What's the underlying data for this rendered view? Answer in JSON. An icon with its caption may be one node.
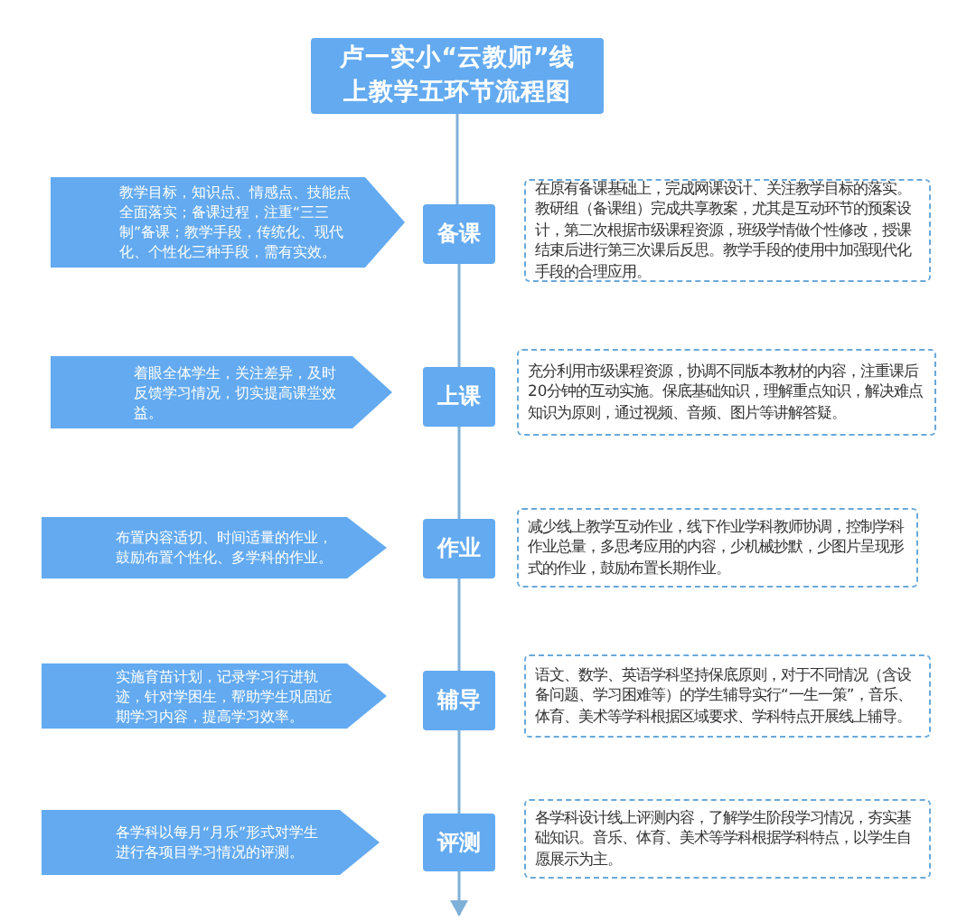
{
  "diagram": {
    "nodes": [
      {
        "text": [
          "卢一实小“云教师”线上教学五环节流程图"
        ]
      },
      {
        "text": [
          "教学目标，知识点、情感点、技能点全面落实；备课过程，注重“三三制”备课；教学手段，传统化、现代化、个性化三种手段，需有实效。"
        ]
      },
      {
        "text": [
          "备课"
        ]
      },
      {
        "text": [
          "在原有备课基础上，完成网课设计、关注教学目标的落实。教研组（备课组）完成共享教案，尤其是互动环节的预案设计，第二次根据市级课程资源，班级学情做个性修改，授课结束后进行第三次课后反思。教学手段的使用中加强现代化手段的合理应用。"
        ]
      },
      {
        "text": [
          "着眼全体学生，关注差异，及时反馈学习情况，切实提高课堂效益。"
        ]
      },
      {
        "text": [
          "上课"
        ]
      },
      {
        "text": [
          "充分利用市级课程资源，协调不同版本教材的内容，注重课后20分钟的互动实施。保底基础知识，理解重点知识，解决难点知识为原则，通过视频、音频、图片等讲解答疑。"
        ]
      },
      {
        "text": [
          "布置内容适切、时间适量的作业，鼓励布置个性化、多学科的作业。"
        ]
      },
      {
        "text": [
          "作业"
        ]
      },
      {
        "text": [
          "减少线上教学互动作业，线下作业学科教师协调，控制学科作业总量，多思考应用的内容，少机械抄默，少图片呈现形式的作业，鼓励布置长期作业。"
        ]
      },
      {
        "text": [
          "实施育苗计划，记录学习行进轨迹，针对学困生，帮助学生巩固近期学习内容，提高学习效率。"
        ]
      },
      {
        "text": [
          "辅导"
        ]
      },
      {
        "text": [
          "语文、数学、英语学科坚持保底原则，对于不同情况（含设备问题、学习困难等）的学生辅导实行“一生一策”，音乐、体育、美术等学科根据区域要求、学科特点开展线上辅导。"
        ]
      },
      {
        "text": [
          "各学科以每月“月乐”形式对学生进行各项目学习情况的评测。"
        ]
      },
      {
        "text": [
          "评测"
        ]
      },
      {
        "text": [
          "各学科设计线上评测内容，了解学生阶段学习情况，夯实基础知识。音乐、体育、美术等学科根据学科特点，以学生自愿展示为主。"
        ]
      }
    ],
    "edges": [
      {
        "from": 0,
        "to": 2,
        "arrow": "none"
      },
      {
        "from": 2,
        "to": 5,
        "arrow": "none"
      },
      {
        "from": 5,
        "to": 8,
        "arrow": "none"
      },
      {
        "from": 8,
        "to": 11,
        "arrow": "none"
      },
      {
        "from": 11,
        "to": 14,
        "arrow": "none"
      },
      {
        "from": 14,
        "to": null,
        "arrow": "to"
      }
    ]
  }
}
